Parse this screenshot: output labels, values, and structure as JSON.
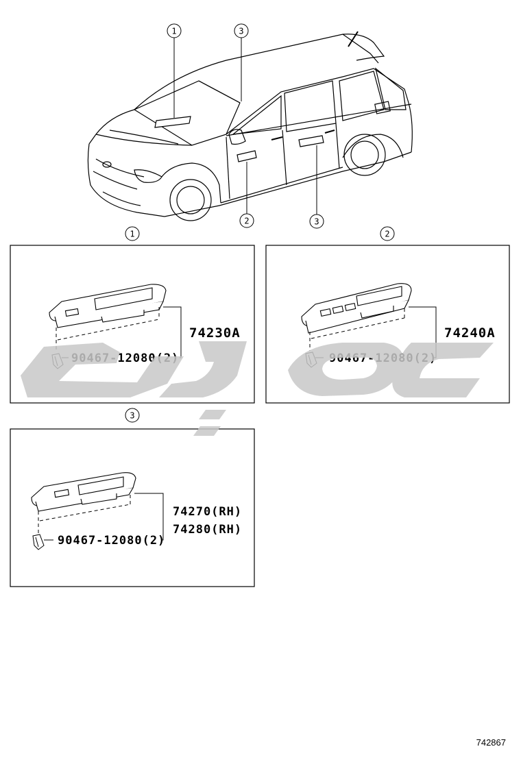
{
  "callouts": {
    "c1": "1",
    "c2": "2",
    "c3": "3"
  },
  "panel1": {
    "main_part": "74230A",
    "clip_part": "90467-12080(2)"
  },
  "panel2": {
    "main_part": "74240A",
    "clip_part": "90467-12080(2)"
  },
  "panel3": {
    "main_part_a": "74270(RH)",
    "main_part_b": "74280(RH)",
    "clip_part": "90467-12080(2)"
  },
  "diagram_id": "742867",
  "colors": {
    "line": "#000000",
    "watermark": "#c8c8c8"
  }
}
